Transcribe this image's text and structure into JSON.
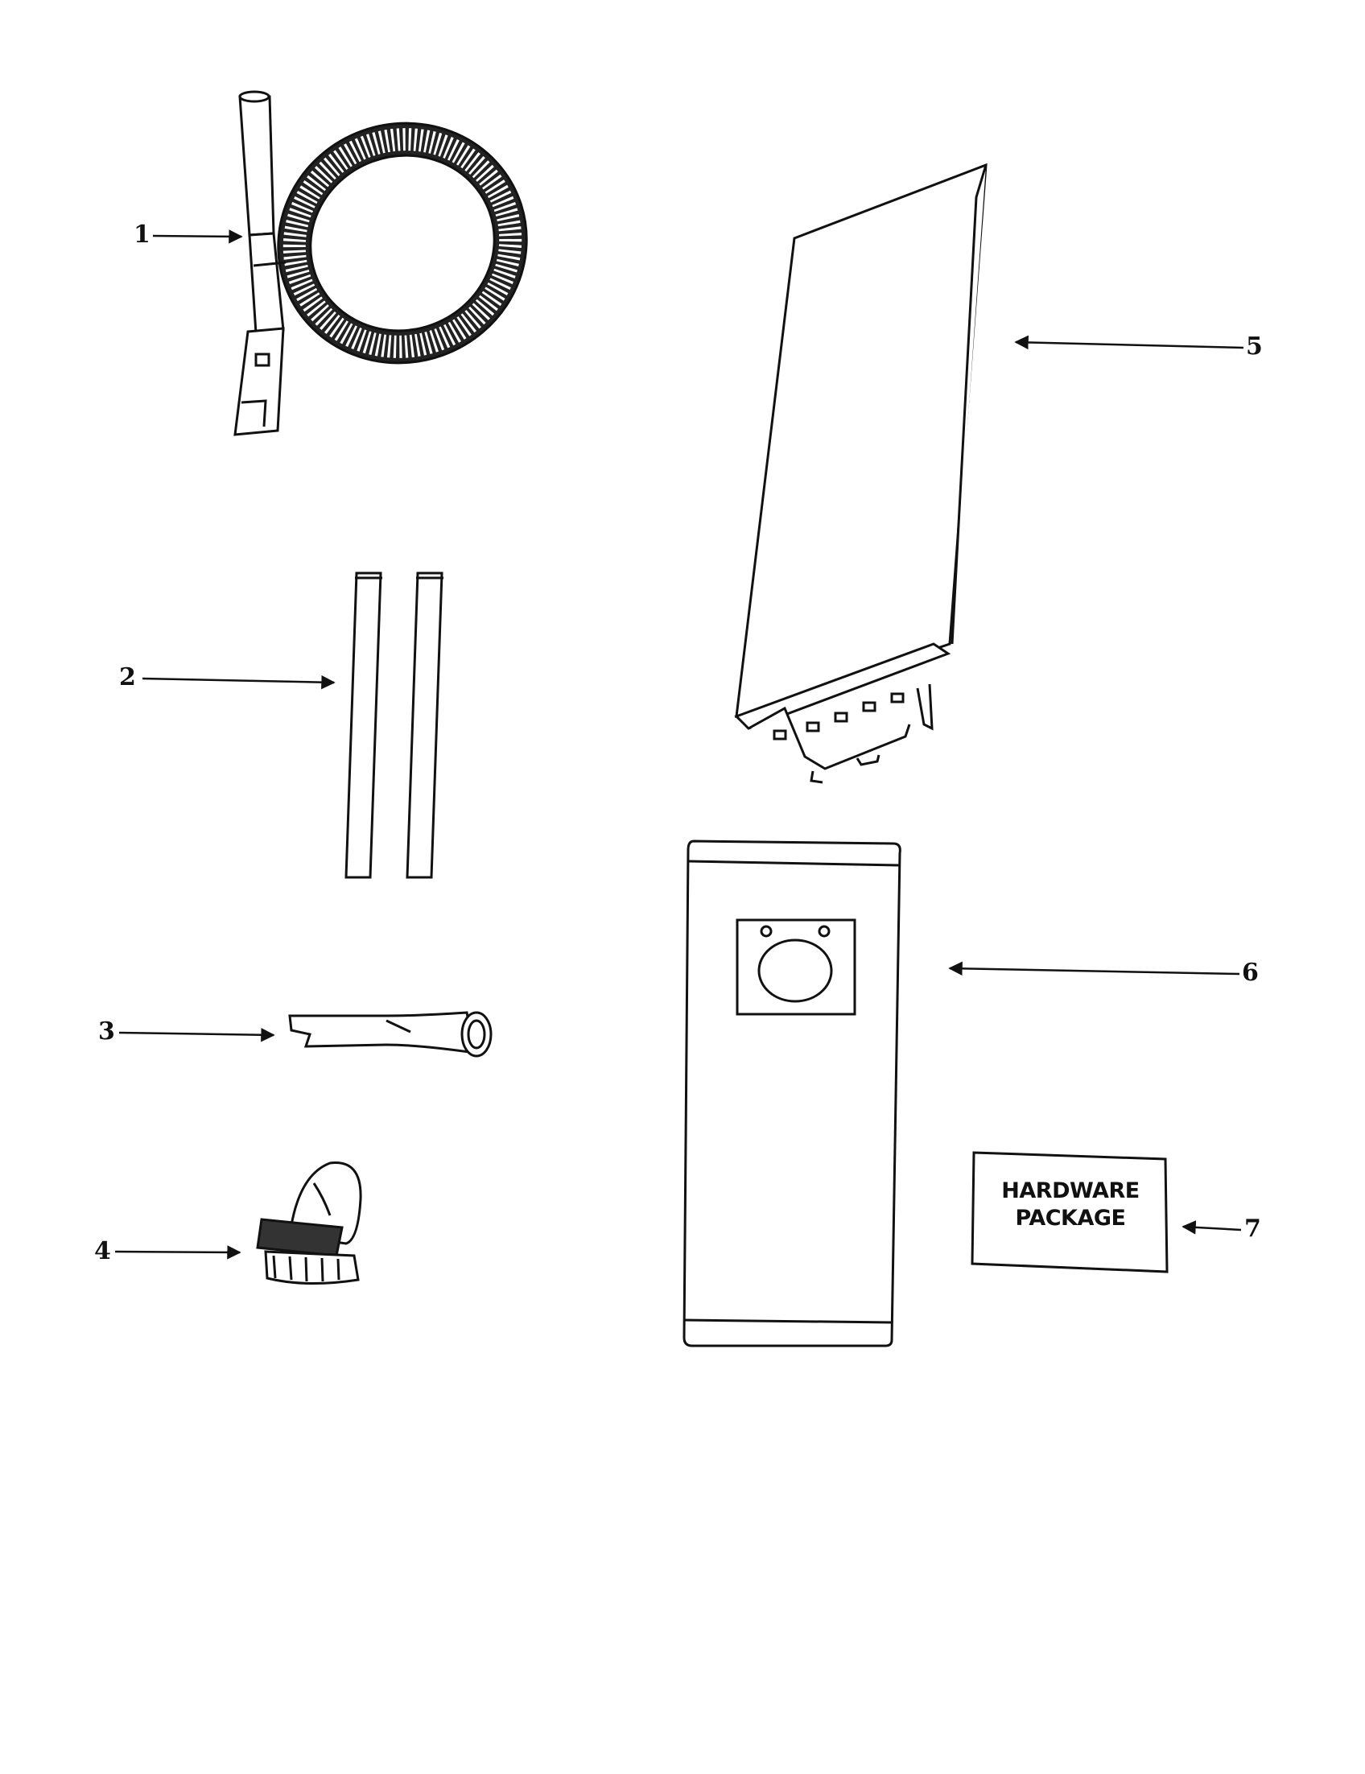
{
  "callouts": {
    "c1": "1",
    "c2": "2",
    "c3": "3",
    "c4": "4",
    "c5": "5",
    "c6": "6",
    "c7": "7"
  },
  "hardware_package": {
    "line1": "HARDWARE",
    "line2": "PACKAGE"
  },
  "colors": {
    "ink": "#111111",
    "background": "#ffffff"
  }
}
